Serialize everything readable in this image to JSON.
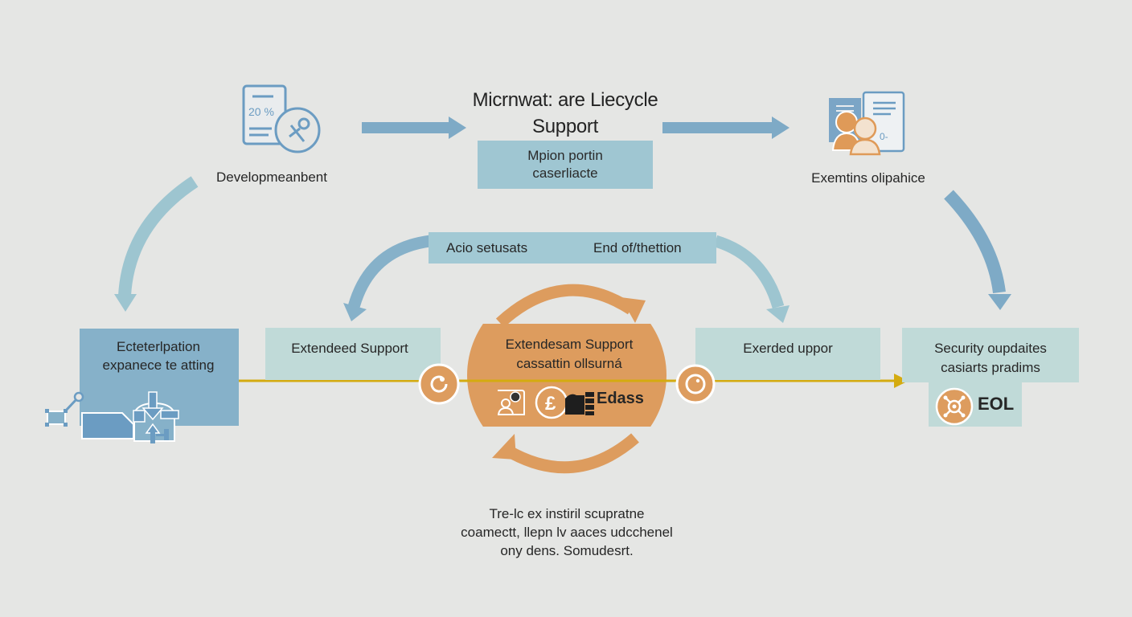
{
  "title": {
    "line1": "Micrnwat: are Liecycle",
    "line2": "Support"
  },
  "stages": {
    "development": {
      "label": "Developmeanbent",
      "icon": "document-tools-icon",
      "doc_text": "20 %"
    },
    "mainstream": {
      "line1": "Mpion portin",
      "line2": "caserliacte"
    },
    "extended_top": {
      "label": "Exemtins olipahice",
      "icon": "people-document-icon"
    }
  },
  "status_bar": {
    "left": "Acio setusats",
    "right": "End of/thettion"
  },
  "timeline": {
    "enterprise": {
      "line1": "Ecteterlpation",
      "line2": "expanece te atting",
      "icon": "workflow-icon"
    },
    "extended1": {
      "label": "Extendeed Support"
    },
    "center": {
      "line1": "Extendesam Support",
      "line2": "cassattin ollsurná",
      "badge": "Edass",
      "icons": [
        "user-card-icon",
        "currency-icon",
        "chart-bars-icon"
      ]
    },
    "extended2": {
      "label": "Exerded uppor"
    },
    "security": {
      "line1": "Security oupdaites",
      "line2": "casiarts pradims",
      "eol": "EOL",
      "icon": "virus-shield-icon"
    }
  },
  "markers": [
    "refresh-marker-icon",
    "target-marker-icon"
  ],
  "note": {
    "line1": "Tre-lc ex instiril scupratne",
    "line2": "coamectt, llepn lv aaces udcchenel",
    "line3": "ony dens. Somudesrt."
  },
  "colors": {
    "background": "#e5e6e4",
    "blue_arrow": "#7eaac6",
    "teal_arrow": "#9dc5d0",
    "orange": "#dd9c5e",
    "timeline_yellow": "#d4ab10",
    "pale_box": "#c0dad8",
    "blue_box": "#86b1c9"
  }
}
